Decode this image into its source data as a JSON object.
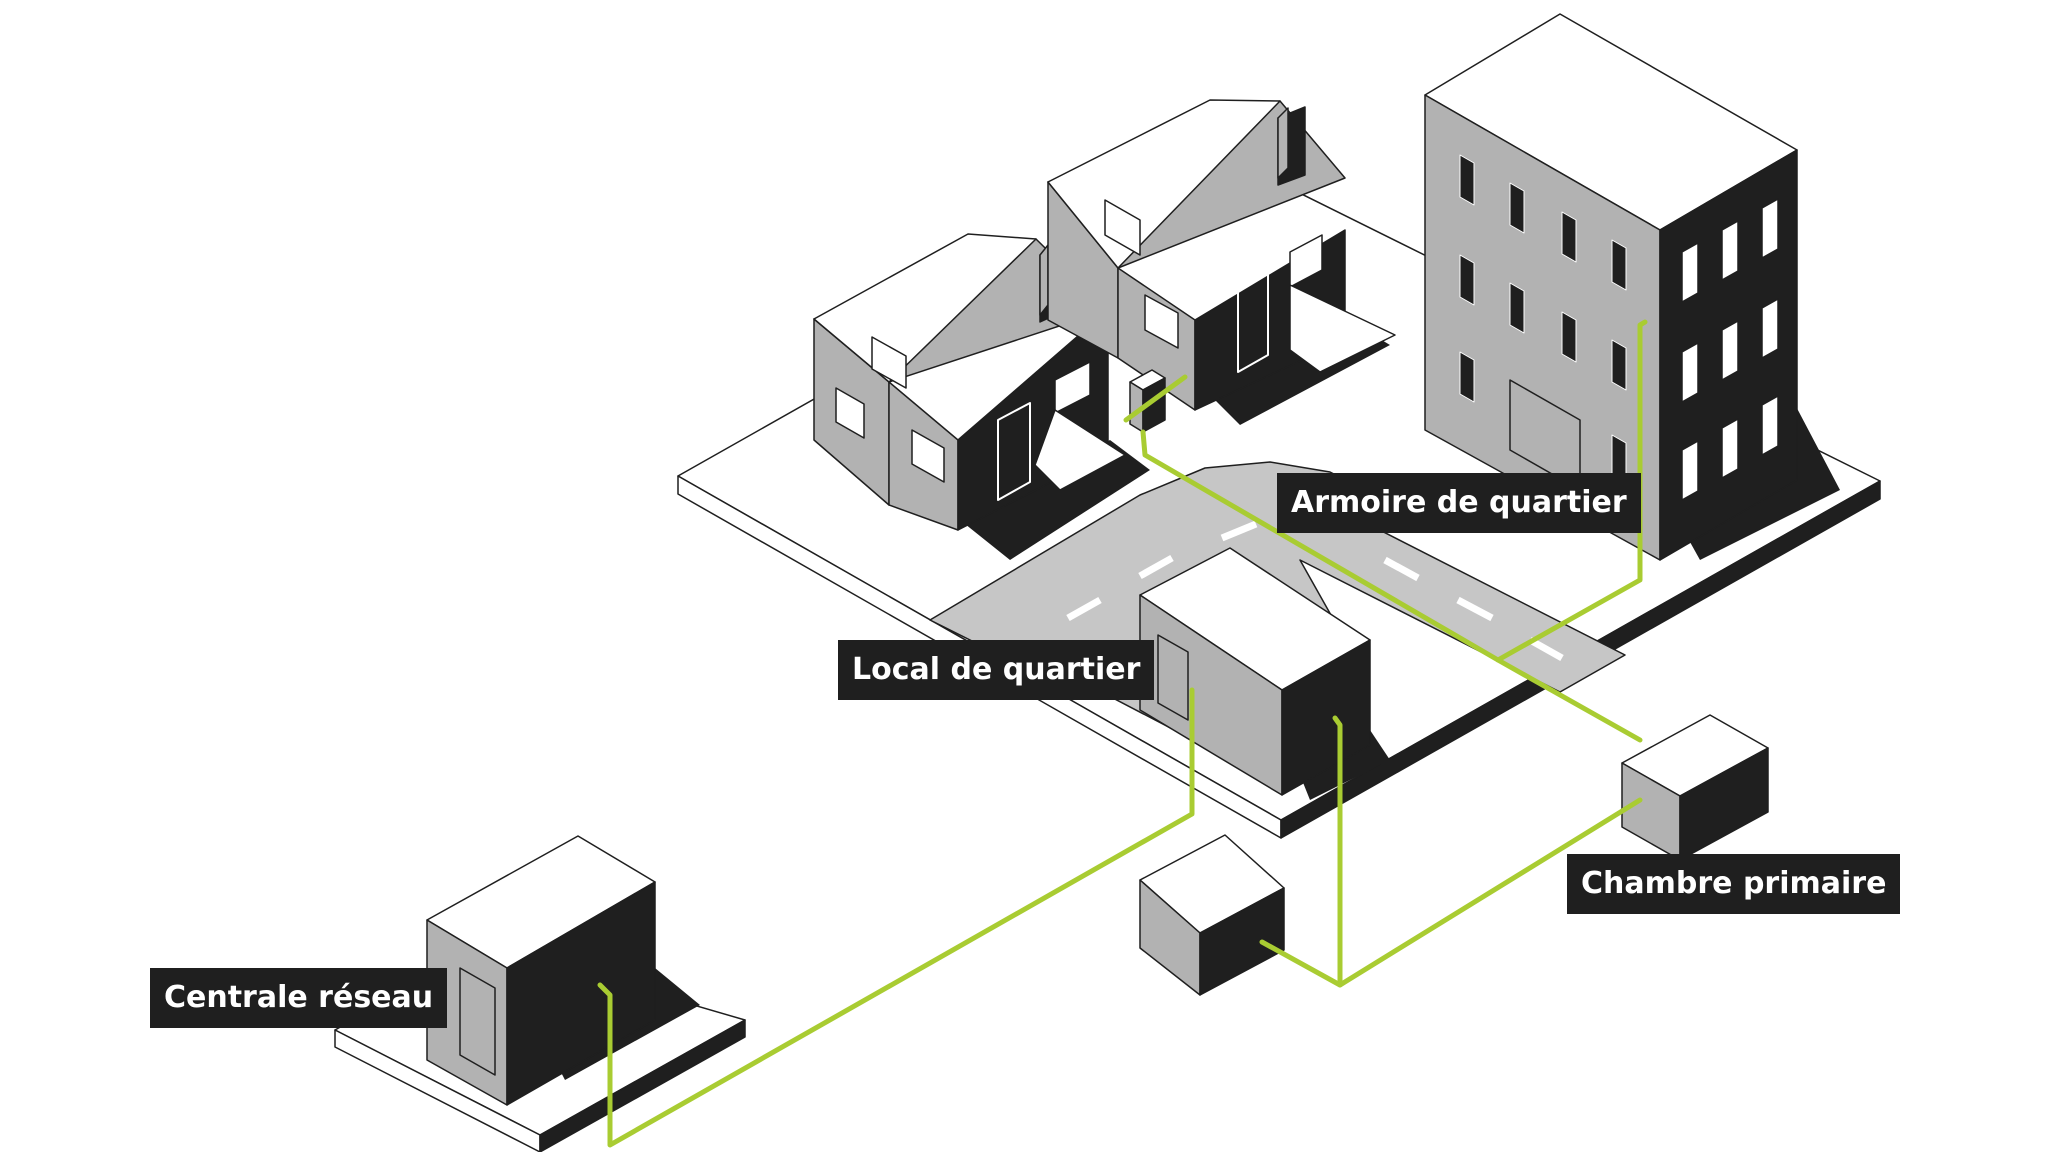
{
  "labels": {
    "centrale_reseau": "Centrale réseau",
    "local_de_quartier": "Local de quartier",
    "armoire_de_quartier": "Armoire de quartier",
    "chambre_primaire": "Chambre primaire"
  },
  "colors": {
    "fiber": "#a9cc32",
    "dark": "#1f1f1f",
    "mid": "#b2b2b2",
    "light": "#ffffff",
    "road": "#c4c4c4"
  }
}
